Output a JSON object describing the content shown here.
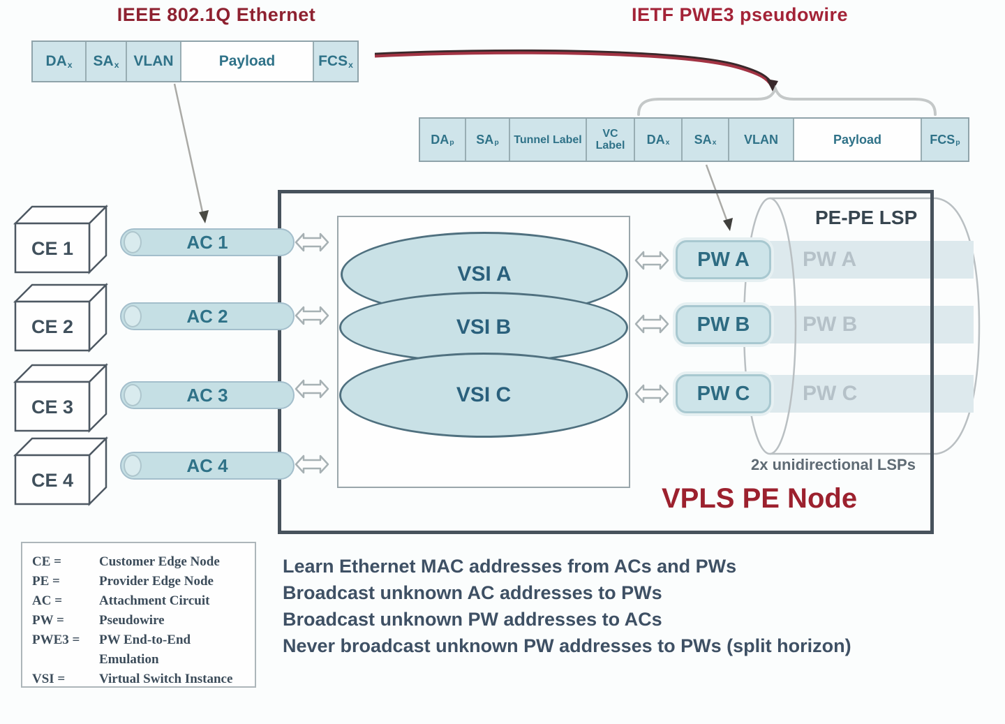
{
  "titles": {
    "ethernet": "IEEE 802.1Q Ethernet",
    "pwe3": "IETF PWE3 pseudowire",
    "pe_node": "VPLS PE Node",
    "lsp": "PE-PE LSP",
    "lsp_note": "2x unidirectional LSPs"
  },
  "ethernet_frame": {
    "fields": [
      {
        "label": "DA",
        "sub": "x"
      },
      {
        "label": "SA",
        "sub": "x"
      },
      {
        "label": "VLAN",
        "sub": ""
      },
      {
        "label": "Payload",
        "sub": ""
      },
      {
        "label": "FCS",
        "sub": "x"
      }
    ]
  },
  "pwe3_frame": {
    "fields": [
      {
        "label": "DA",
        "sub": "p"
      },
      {
        "label": "SA",
        "sub": "p"
      },
      {
        "label": "Tunnel Label",
        "sub": ""
      },
      {
        "label": "VC Label",
        "sub": ""
      },
      {
        "label": "DA",
        "sub": "x"
      },
      {
        "label": "SA",
        "sub": "x"
      },
      {
        "label": "VLAN",
        "sub": ""
      },
      {
        "label": "Payload",
        "sub": ""
      },
      {
        "label": "FCS",
        "sub": "p"
      }
    ]
  },
  "ce_nodes": [
    {
      "label": "CE 1"
    },
    {
      "label": "CE 2"
    },
    {
      "label": "CE 3"
    },
    {
      "label": "CE 4"
    }
  ],
  "attachment_circuits": [
    {
      "label": "AC 1"
    },
    {
      "label": "AC 2"
    },
    {
      "label": "AC 3"
    },
    {
      "label": "AC 4"
    }
  ],
  "vsi": [
    {
      "label": "VSI A"
    },
    {
      "label": "VSI B"
    },
    {
      "label": "VSI C"
    }
  ],
  "pseudowires": [
    {
      "label": "PW A"
    },
    {
      "label": "PW B"
    },
    {
      "label": "PW C"
    }
  ],
  "lsp_ghost_pws": [
    "PW A",
    "PW B",
    "PW C"
  ],
  "legend": {
    "rows": [
      {
        "term": "CE =",
        "definition": "Customer Edge Node"
      },
      {
        "term": "PE =",
        "definition": "Provider Edge Node"
      },
      {
        "term": "AC =",
        "definition": "Attachment Circuit"
      },
      {
        "term": "PW =",
        "definition": "Pseudowire"
      },
      {
        "term": "PWE3 =",
        "definition": "PW End-to-End"
      },
      {
        "term": "",
        "definition": "Emulation"
      },
      {
        "term": "VSI =",
        "definition": "Virtual Switch Instance"
      }
    ]
  },
  "notes": [
    "Learn Ethernet MAC addresses from ACs and PWs",
    "Broadcast unknown AC addresses to PWs",
    "Broadcast unknown PW addresses to ACs",
    "Never broadcast unknown PW addresses to PWs (split horizon)"
  ],
  "colors": {
    "accent_red": "#9c212e",
    "teal_text": "#2f7288",
    "field_blue": "#cfe4ea",
    "slate_text": "#3e5064",
    "pe_border": "#47525c",
    "ghost_gray": "#b5c1c8"
  }
}
